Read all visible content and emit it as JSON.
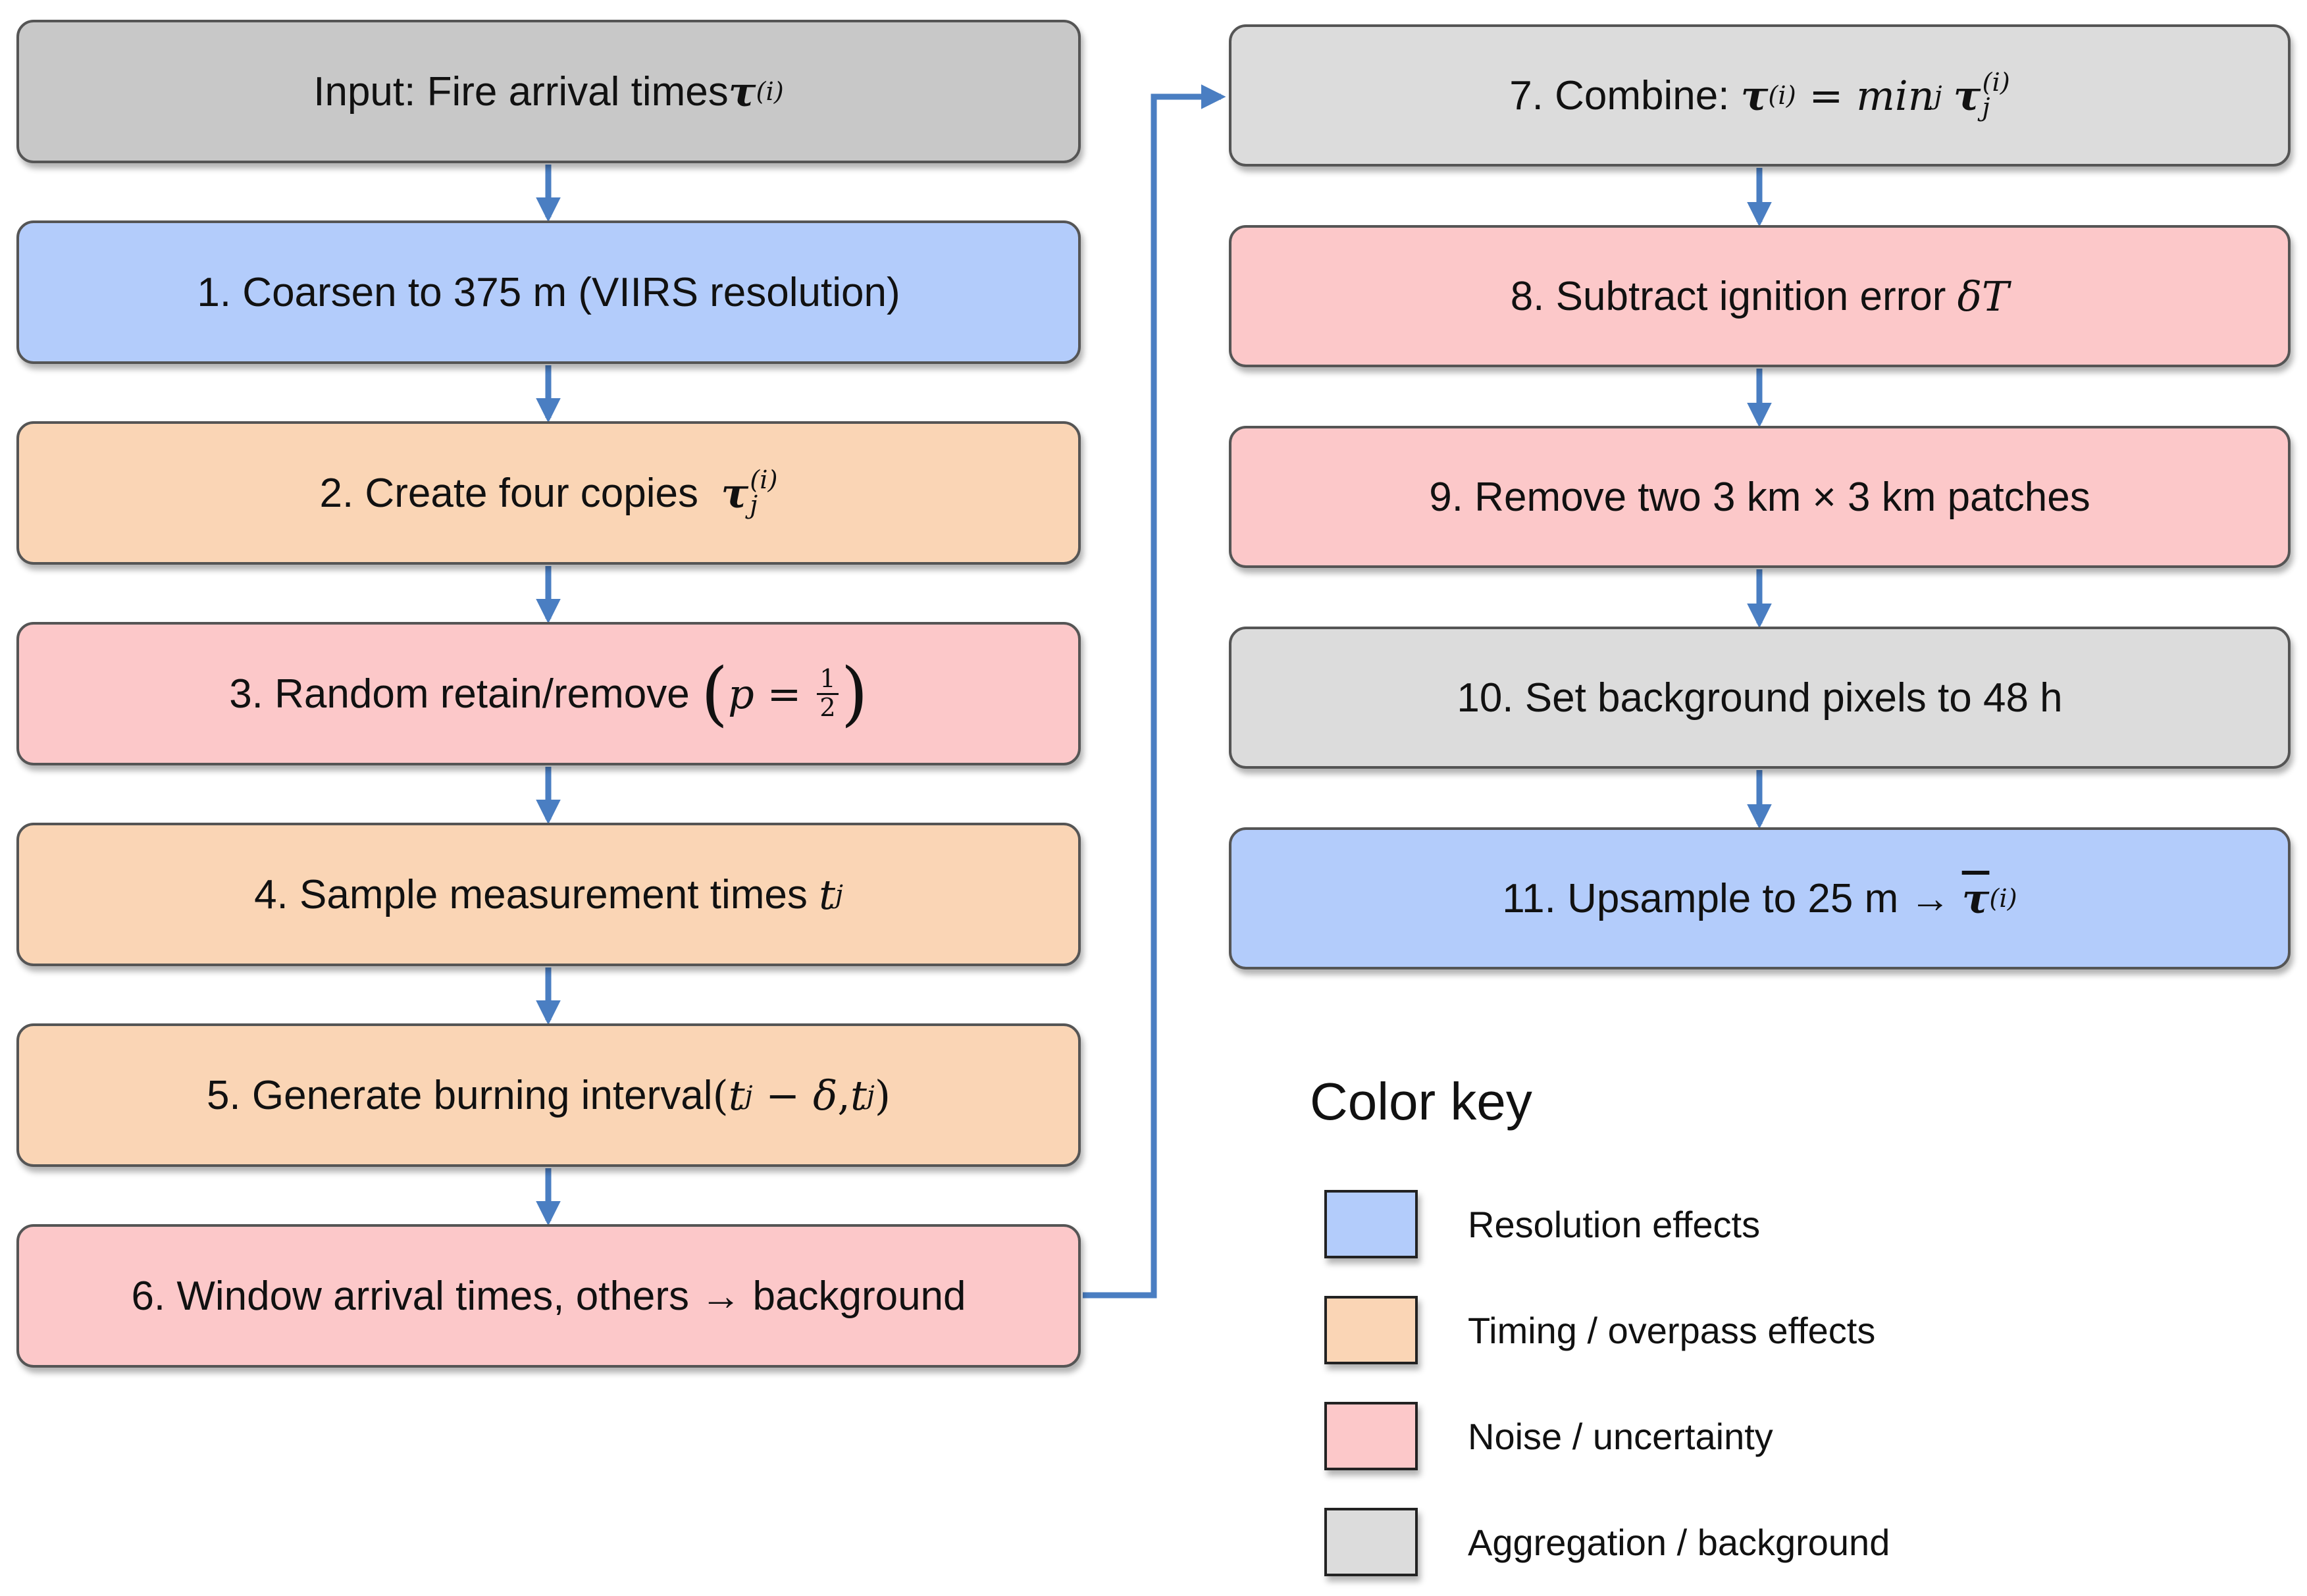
{
  "steps": {
    "input": {
      "prefix": "Input: Fire arrival times ",
      "sym": "τ",
      "sup": "(i)"
    },
    "s1": {
      "text": "1. Coarsen to 375 m (VIIRS resolution)"
    },
    "s2": {
      "prefix": "2. Create four copies  ",
      "sym": "τ",
      "sup": "(i)",
      "sub": "j"
    },
    "s3": {
      "prefix": "3. Random retain/remove ",
      "paren_open": "(",
      "var": "p",
      "eq": " = ",
      "num": "1",
      "den": "2",
      "paren_close": ")"
    },
    "s4": {
      "prefix": "4. Sample measurement times ",
      "var": "t",
      "sub": "j"
    },
    "s5": {
      "prefix": "5. Generate burning interval",
      "open": "(",
      "var1": "t",
      "sub1": "j",
      "minus": " − ",
      "delta": "δ",
      "comma": ",",
      "var2": "t",
      "sub2": "j",
      "close": ")"
    },
    "s6": {
      "text": "6. Window arrival times, others → background"
    },
    "s7": {
      "prefix": "7. Combine: ",
      "sym": "τ",
      "sup": "(i)",
      "eq": " = ",
      "min": "min",
      "min_sub": "j",
      "sym2": "τ",
      "sup2": "(i)",
      "sub2": "j"
    },
    "s8": {
      "prefix": "8. Subtract ignition error ",
      "delta": "δ",
      "var": "T"
    },
    "s9": {
      "text": "9. Remove two 3 km × 3 km patches"
    },
    "s10": {
      "text": "10. Set background pixels to 48 h"
    },
    "s11": {
      "prefix": "11. Upsample to 25 m → ",
      "sym": "τ",
      "sup": "(i)"
    }
  },
  "legend": {
    "title": "Color key",
    "items": [
      {
        "label": "Resolution effects",
        "color": "#b3ccfb"
      },
      {
        "label": "Timing / overpass effects",
        "color": "#fad5b5"
      },
      {
        "label": "Noise / uncertainty",
        "color": "#fcc8c9"
      },
      {
        "label": "Aggregation / background",
        "color": "#dcdcdc"
      }
    ]
  },
  "colors": {
    "arrow": "#4a7ec2",
    "input": "#c8c8c8",
    "resolution": "#b3ccfb",
    "timing": "#fad5b5",
    "noise": "#fcc8c9",
    "aggregation": "#dcdcdc"
  }
}
